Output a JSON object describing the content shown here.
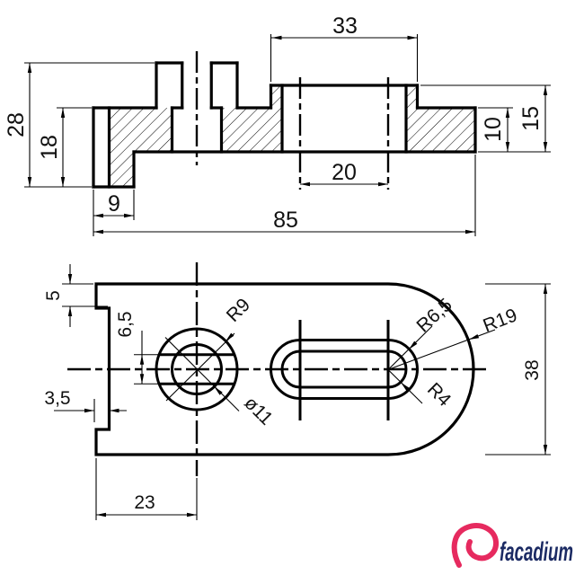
{
  "drawing": {
    "front_view": {
      "dim_cbore_length": "33",
      "dim_total_height": "28",
      "dim_wall_height": "18",
      "dim_foot_width": "9",
      "dim_total_length": "85",
      "dim_slot_center_distance": "20",
      "dim_plate_thickness": "10",
      "dim_right_end_height": "15"
    },
    "top_view": {
      "dim_notch_top_offset": "5",
      "dim_boss_slot_width": "6,5",
      "dim_notch_depth": "3,5",
      "dim_hole_center_offset": "23",
      "dim_plate_width": "38",
      "label_boss_radius": "R9",
      "label_hole_diameter": "ø11",
      "label_slot_outer_radius": "R6,5",
      "label_end_radius": "R19",
      "label_slot_inner_radius": "R4"
    }
  },
  "footer": {
    "logo_text": "facadium"
  },
  "colors": {
    "line": "#000000",
    "background": "#ffffff",
    "logo_text": "#1b2a63",
    "logo_icon": "#e62a5f"
  }
}
